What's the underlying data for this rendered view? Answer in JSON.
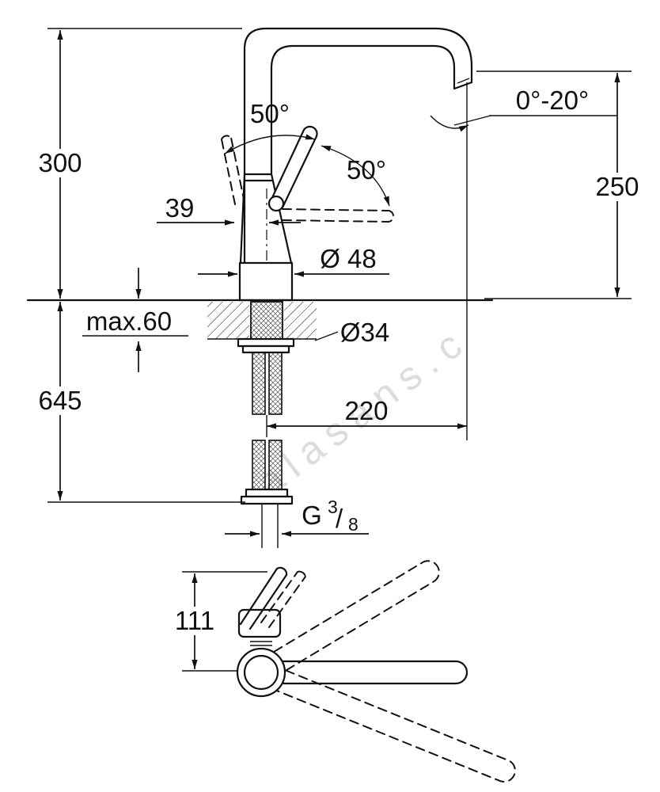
{
  "drawing": {
    "type": "faucet-installation-dimension-drawing",
    "labels": {
      "dim_height_total": "300",
      "dim_spout_height": "250",
      "angle_tilt_range": "0°-20°",
      "angle_handle_side": "50°",
      "angle_handle_front": "50°",
      "dim_handle_offset": "39",
      "dia_body": "Ø 48",
      "dim_counter_max": "max.60",
      "dia_hole": "Ø34",
      "dim_hose_length": "645",
      "dim_spout_reach": "220",
      "dim_handle_height": "111",
      "thread": {
        "prefix": "G",
        "numerator": "3",
        "slash": "/",
        "denominator": "8"
      }
    },
    "watermark_text": "alasans.c",
    "colors": {
      "line": "#111111",
      "watermark": "#c6c6c6",
      "background": "#ffffff"
    }
  }
}
